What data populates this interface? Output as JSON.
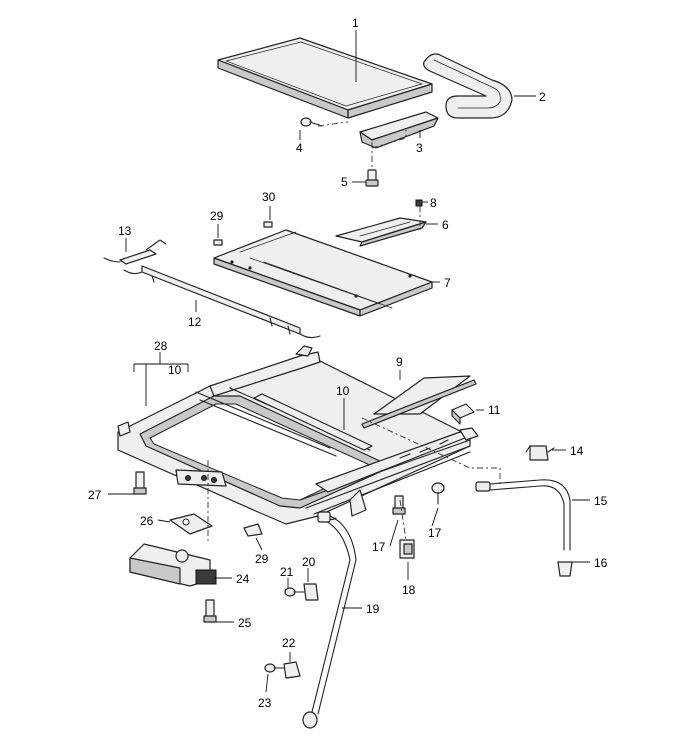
{
  "callouts": {
    "c1": "1",
    "c2": "2",
    "c3": "3",
    "c4": "4",
    "c5": "5",
    "c6": "6",
    "c7": "7",
    "c8": "8",
    "c9": "9",
    "c10a": "10",
    "c10b": "10",
    "c11": "11",
    "c12": "12",
    "c13": "13",
    "c14": "14",
    "c15": "15",
    "c16": "16",
    "c17a": "17",
    "c17b": "17",
    "c18": "18",
    "c19": "19",
    "c20": "20",
    "c21": "21",
    "c22": "22",
    "c23": "23",
    "c24": "24",
    "c25": "25",
    "c26": "26",
    "c27": "27",
    "c28": "28",
    "c29a": "29",
    "c29b": "29",
    "c30": "30"
  },
  "colors": {
    "ink": "#222222",
    "part_fill": "#efefef",
    "part_shade": "#c9c9c9",
    "background": "#ffffff"
  }
}
